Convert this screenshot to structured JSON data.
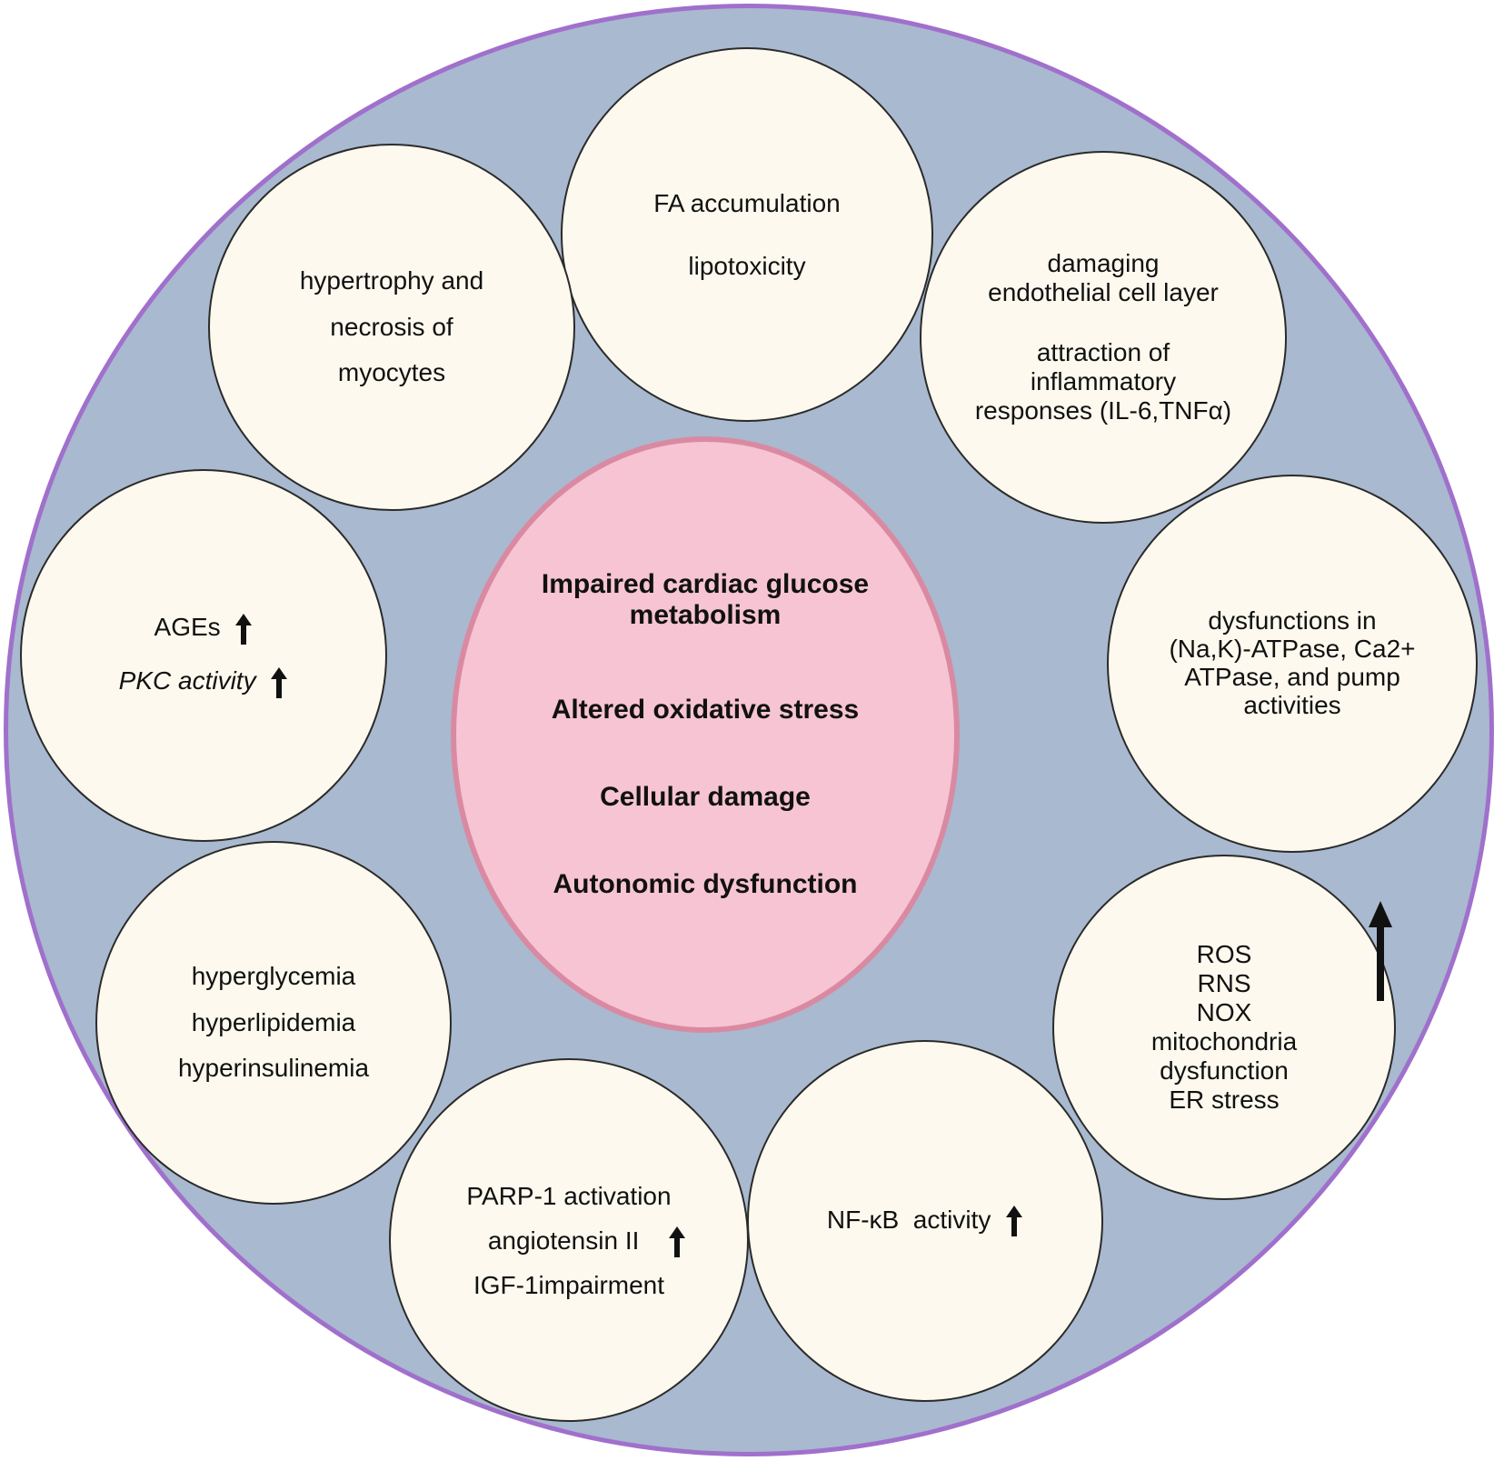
{
  "colors": {
    "outer_fill": "#a9b9cf",
    "outer_border": "#a070cc",
    "bubble_fill": "#fdf9ee",
    "center_fill": "#f6c4d2",
    "center_border": "#d98aa2",
    "arrow": "#111111"
  },
  "center": {
    "lines": [
      "Impaired cardiac glucose metabolism",
      "Altered oxidative stress",
      "Cellular damage",
      "Autonomic dysfunction"
    ]
  },
  "bubbles": {
    "fa": {
      "line1": "FA accumulation",
      "line2": "lipotoxicity"
    },
    "endothelial": {
      "line1": "damaging",
      "line2": "endothelial cell layer",
      "line3": "attraction of",
      "line4": "inflammatory",
      "line5": "responses (IL-6,TNFα)"
    },
    "atpase": {
      "line1": "dysfunctions in",
      "line2": "(Na,K)-ATPase, Ca2+",
      "line3": "ATPase, and pump",
      "line4": "activities"
    },
    "ros": {
      "line1": "ROS",
      "line2": "RNS",
      "line3": "NOX",
      "line4": "mitochondria",
      "line5": "dysfunction",
      "line6": "ER stress",
      "arrow_icon": "up-arrow-icon"
    },
    "nfkb": {
      "line1": "NF-κB  activity",
      "arrow_icon": "up-arrow-icon"
    },
    "parp": {
      "line1": "PARP-1 activation",
      "line2": "angiotensin II",
      "line3": "IGF-1impairment",
      "arrow_icon": "up-arrow-icon"
    },
    "hyper": {
      "line1": "hyperglycemia",
      "line2": "hyperlipidemia",
      "line3": "hyperinsulinemia"
    },
    "ages": {
      "line1": "AGEs",
      "line2": "PKC activity",
      "arrow_icon": "up-arrow-icon"
    },
    "myocytes": {
      "line1": "hypertrophy and",
      "line2": "necrosis of",
      "line3": "myocytes"
    }
  }
}
